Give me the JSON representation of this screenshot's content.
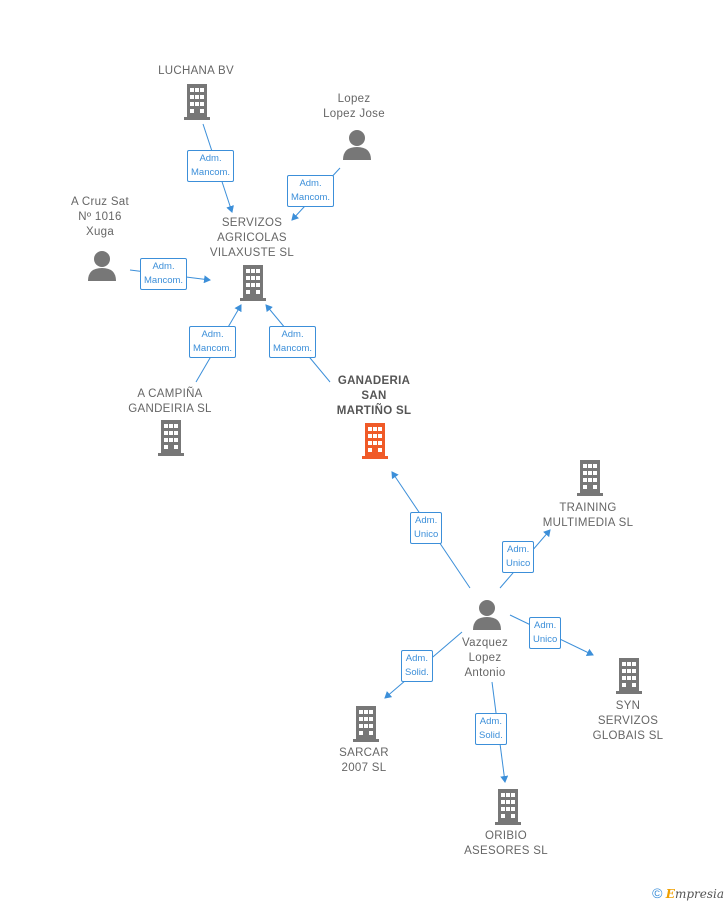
{
  "nodes": {
    "luchana": {
      "label": "LUCHANA BV"
    },
    "lopez_jose": {
      "label": "Lopez\nLopez Jose"
    },
    "acruz": {
      "label": "A Cruz Sat\nNº 1016\nXuga"
    },
    "servizos": {
      "label": "SERVIZOS\nAGRICOLAS\nVILAXUSTE  SL"
    },
    "acampina": {
      "label": "A CAMPIÑA\nGANDEIRIA  SL"
    },
    "ganaderia": {
      "label": "GANADERIA\nSAN\nMARTIÑO  SL"
    },
    "training": {
      "label": "TRAINING\nMULTIMEDIA SL"
    },
    "vazquez": {
      "label": "Vazquez\nLopez\nAntonio"
    },
    "syn": {
      "label": "SYN\nSERVIZOS\nGLOBAIS  SL"
    },
    "sarcar": {
      "label": "SARCAR\n2007  SL"
    },
    "oribio": {
      "label": "ORIBIO\nASESORES  SL"
    }
  },
  "badges": {
    "b1": "Adm.\nMancom.",
    "b2": "Adm.\nMancom.",
    "b3": "Adm.\nMancom.",
    "b4": "Adm.\nMancom.",
    "b5": "Adm.\nMancom.",
    "b6": "Adm.\nUnico",
    "b7": "Adm.\nUnico",
    "b8": "Adm.\nUnico",
    "b9": "Adm.\nSolid.",
    "b10": "Adm.\nSolid."
  },
  "footer": {
    "copyright": "©",
    "brand_first": "E",
    "brand_rest": "mpresia"
  },
  "colors": {
    "edge": "#3c8fd9",
    "building": "#777777",
    "highlight": "#f05a28"
  }
}
